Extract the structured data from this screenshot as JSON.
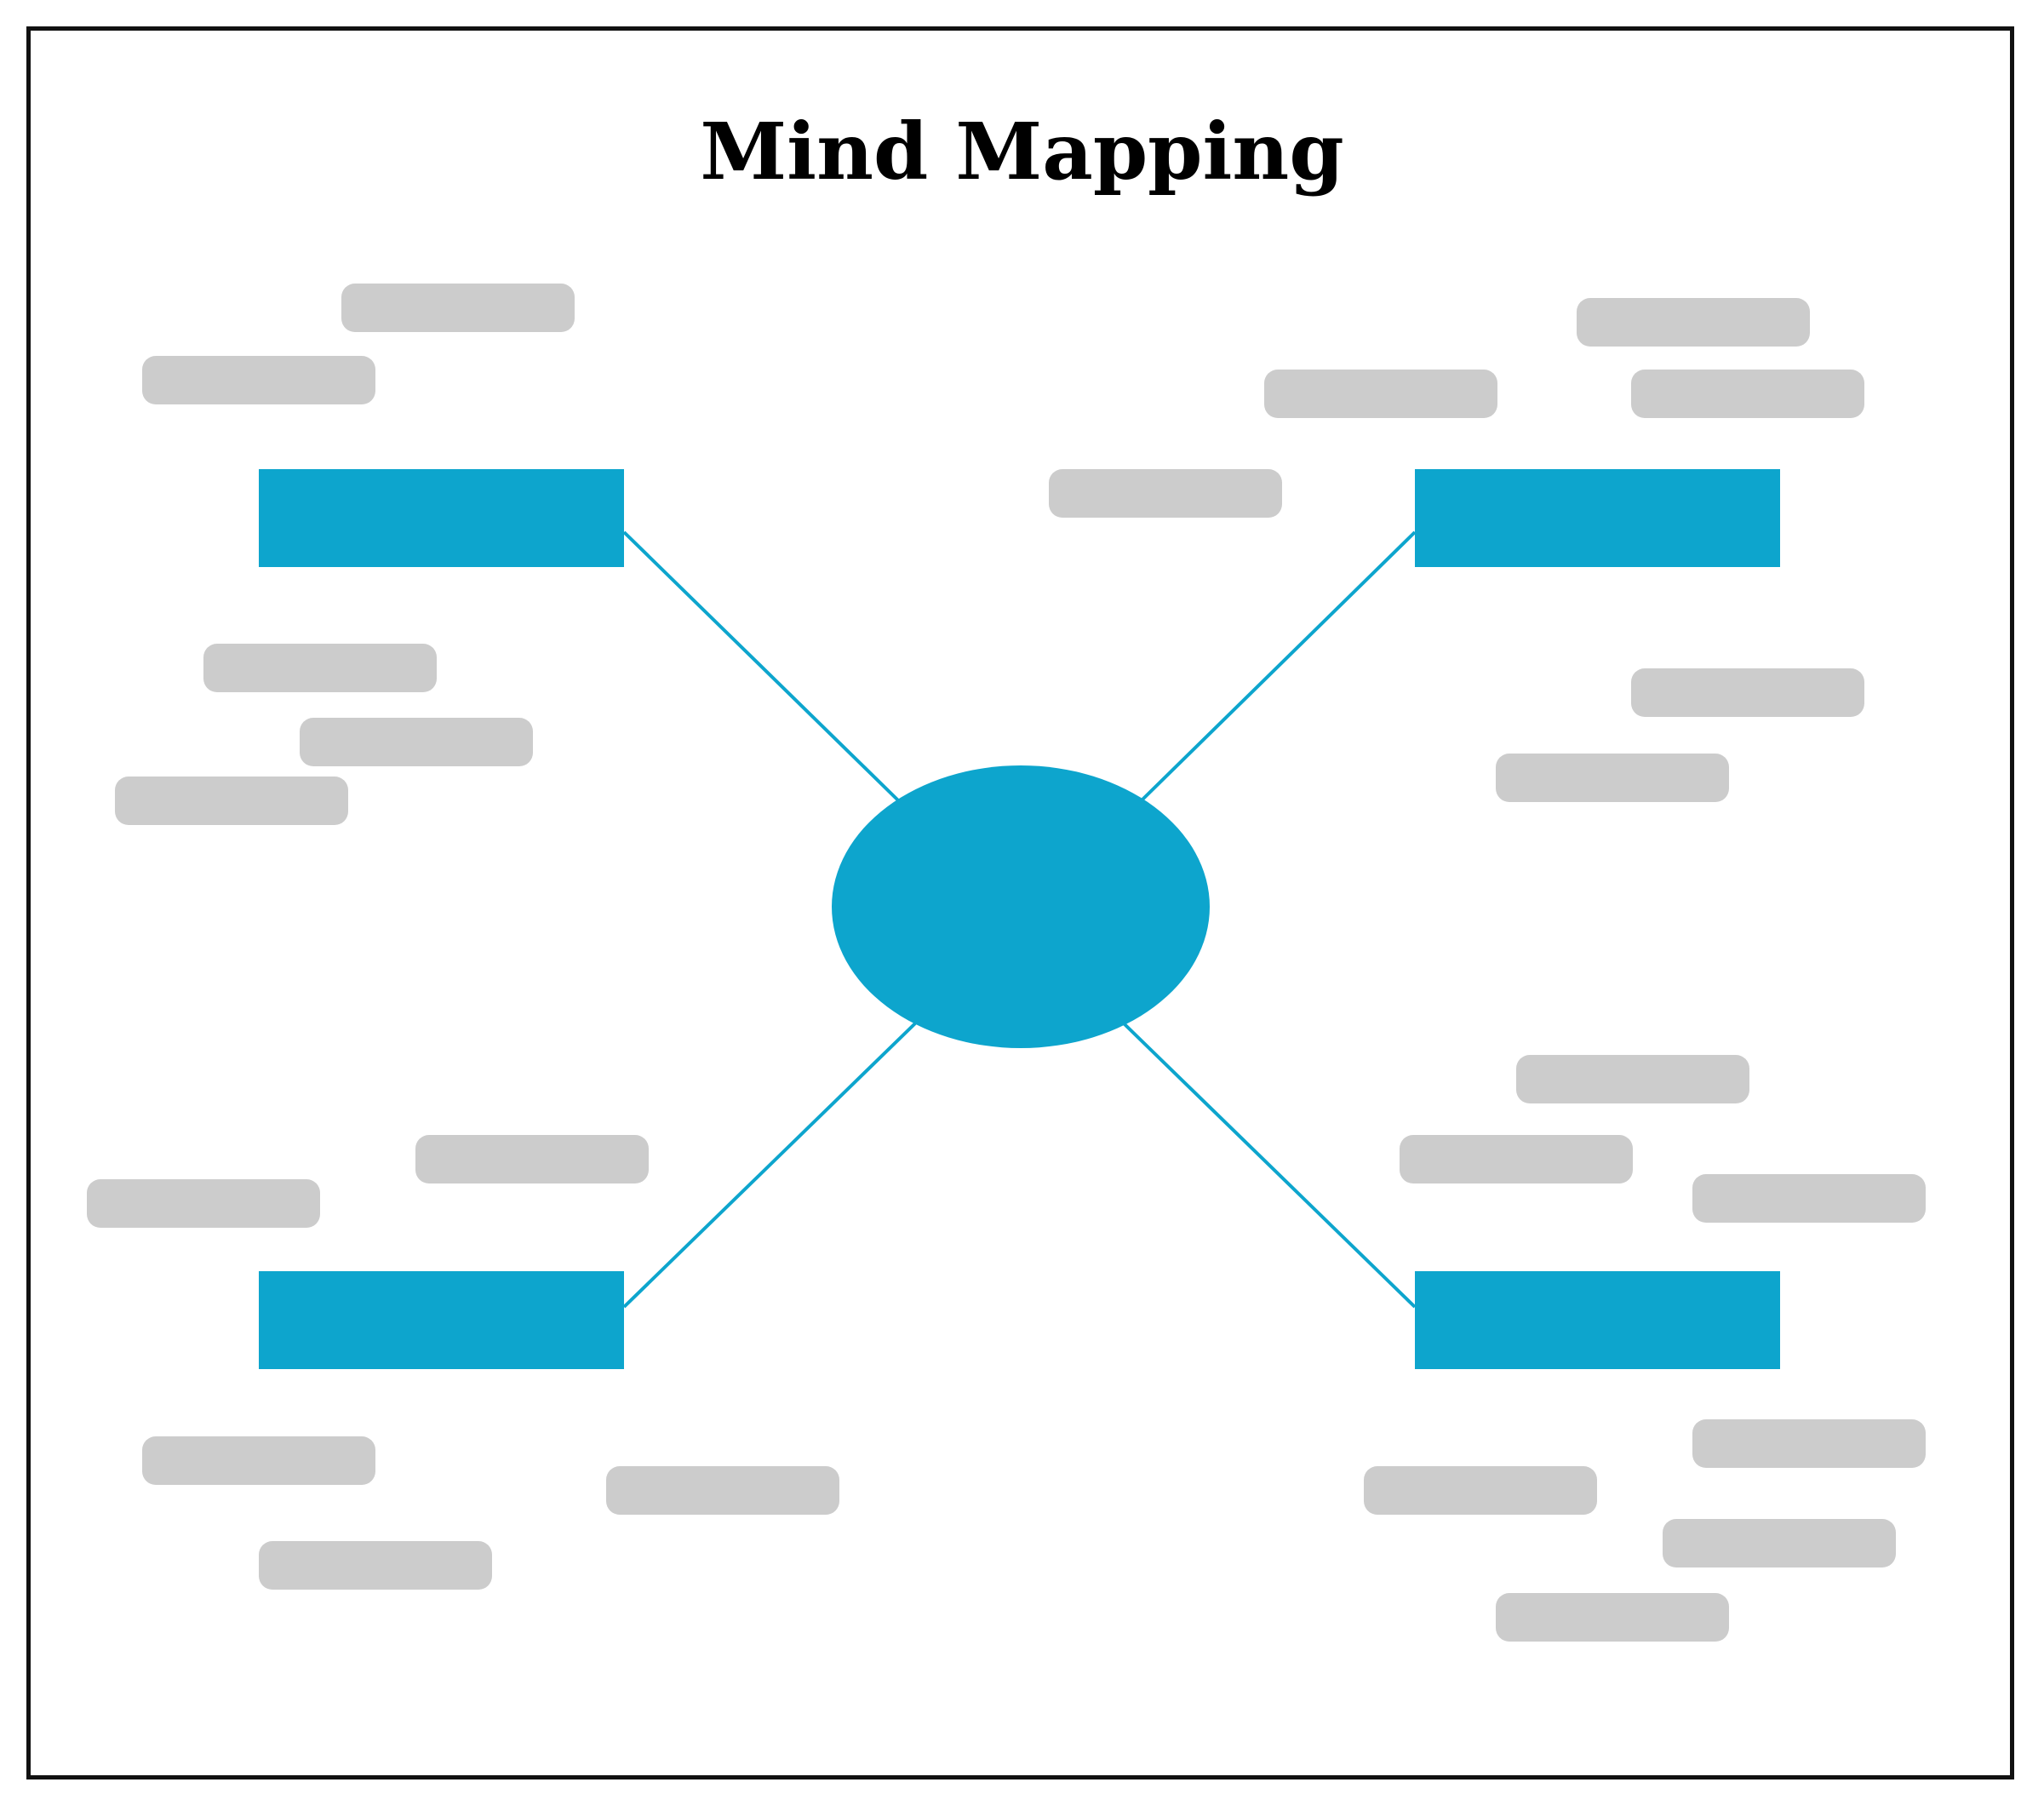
{
  "title": "Mind Mapping",
  "colors": {
    "primary": "#0da5cd",
    "placeholder": "#cccccc",
    "frame": "#111111"
  },
  "nodes": {
    "center": {
      "shape": "ellipse",
      "label": ""
    },
    "branches": [
      {
        "id": "top-left",
        "label": ""
      },
      {
        "id": "top-right",
        "label": ""
      },
      {
        "id": "bottom-left",
        "label": ""
      },
      {
        "id": "bottom-right",
        "label": ""
      }
    ]
  }
}
